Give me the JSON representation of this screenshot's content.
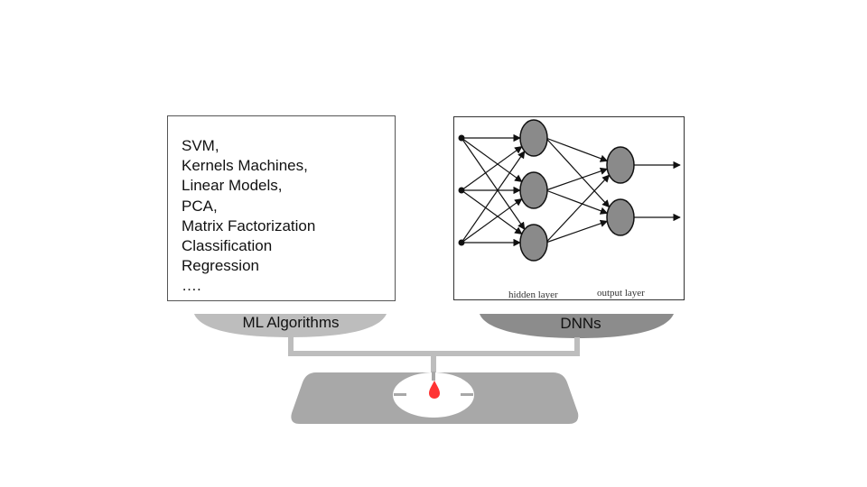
{
  "ml_algorithms": {
    "items": [
      "SVM,",
      "Kernels Machines,",
      "Linear Models,",
      "PCA,",
      "Matrix Factorization",
      "Classification",
      "Regression",
      "…."
    ]
  },
  "neural_network": {
    "hidden_layer_label": "hidden layer",
    "output_layer_label": "output layer"
  },
  "scale": {
    "left_pan_label": "ML Algorithms",
    "right_pan_label": "DNNs",
    "colors": {
      "left_pan": "#bdbdbd",
      "right_pan": "#8c8c8c",
      "frame": "#bdbdbd",
      "base": "#a8a8a8",
      "indicator": "#ff3333"
    }
  }
}
